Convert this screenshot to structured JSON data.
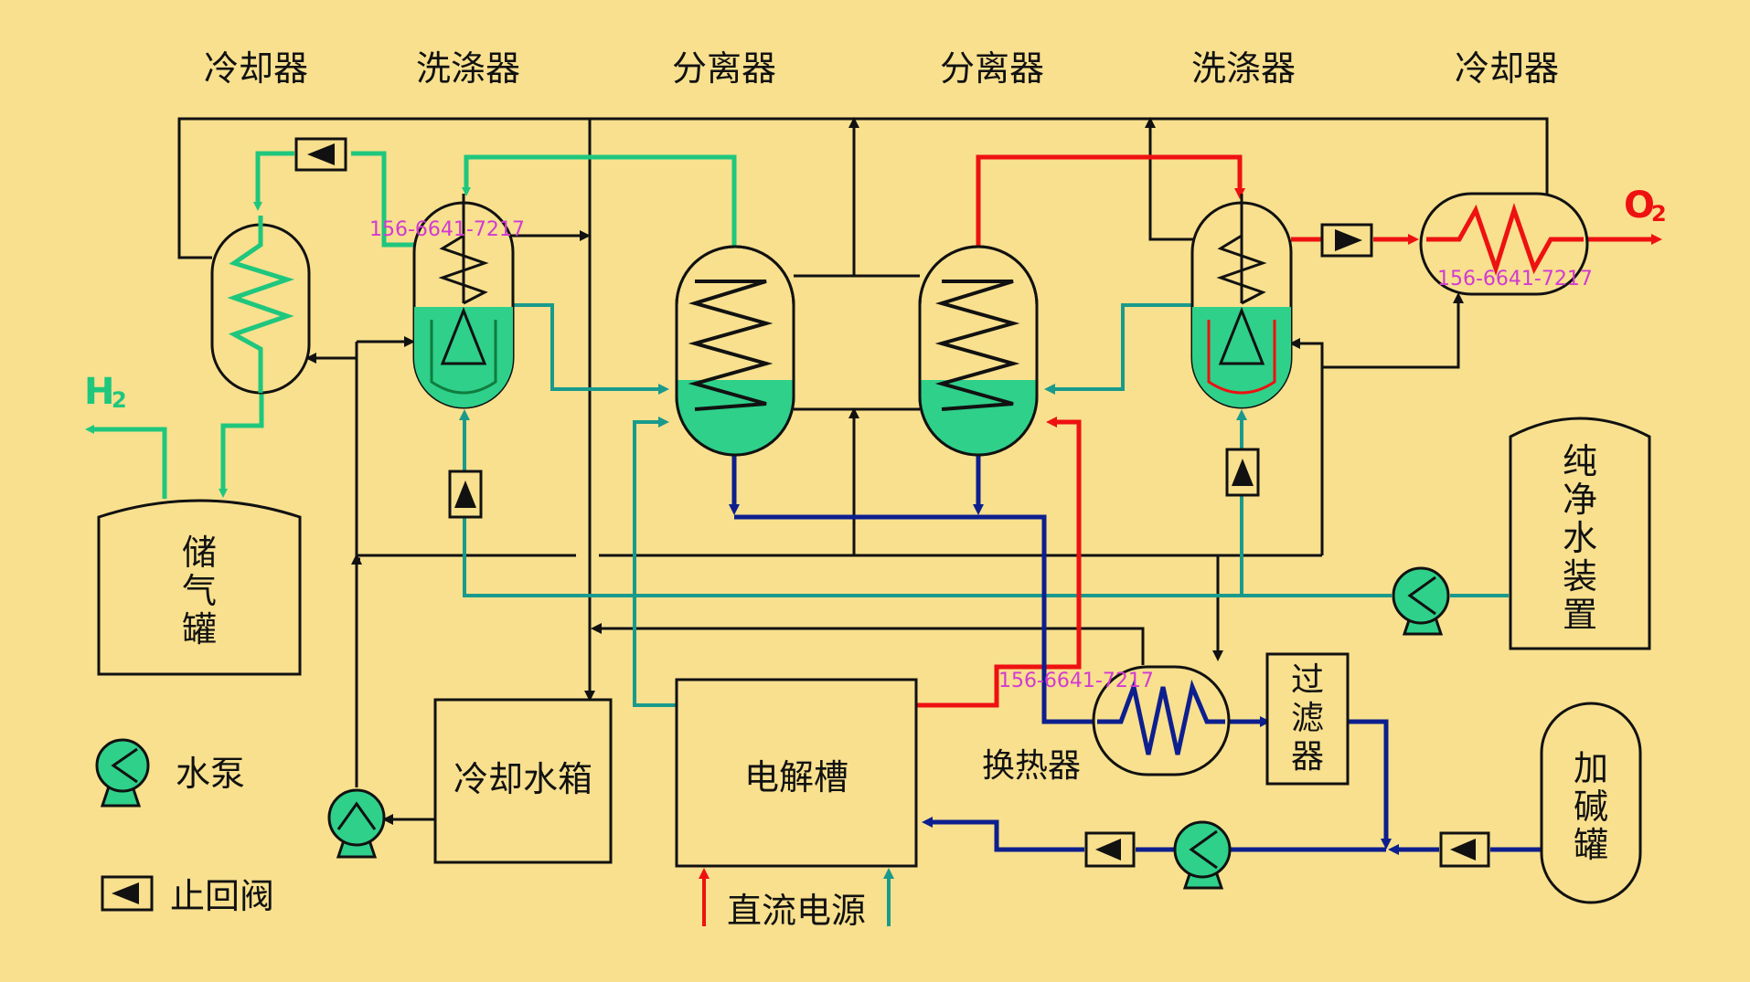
{
  "top_labels": [
    "冷却器",
    "洗涤器",
    "分离器",
    "分离器",
    "洗涤器",
    "冷却器"
  ],
  "gas_labels": {
    "h2": "H",
    "h2_sub": "2",
    "o2": "O",
    "o2_sub": "2"
  },
  "equipment": {
    "storage_tank": [
      "储",
      "气",
      "罐"
    ],
    "cooling_water_tank": "冷却水箱",
    "electrolyzer": "电解槽",
    "heat_exchanger": "换热器",
    "filter": [
      "过",
      "滤",
      "器"
    ],
    "pure_water_unit": [
      "纯",
      "净",
      "水",
      "装",
      "置"
    ],
    "alkali_tank": [
      "加",
      "碱",
      "罐"
    ],
    "dc_power": "直流电源"
  },
  "legend": {
    "pump": "水泵",
    "check_valve": "止回阀"
  },
  "watermarks": [
    "156-6641-7217",
    "156-6641-7217",
    "156-6641-7217"
  ],
  "colors": {
    "background": "#f8e08e",
    "hydrogen_line": "#1ec77d",
    "oxygen_line": "#ee1111",
    "alkali_line": "#0d1f8e",
    "water_line": "#1a9a8c",
    "cooling_line": "#111111",
    "liquid": "#2fd08a",
    "watermark": "#d23ad2"
  }
}
